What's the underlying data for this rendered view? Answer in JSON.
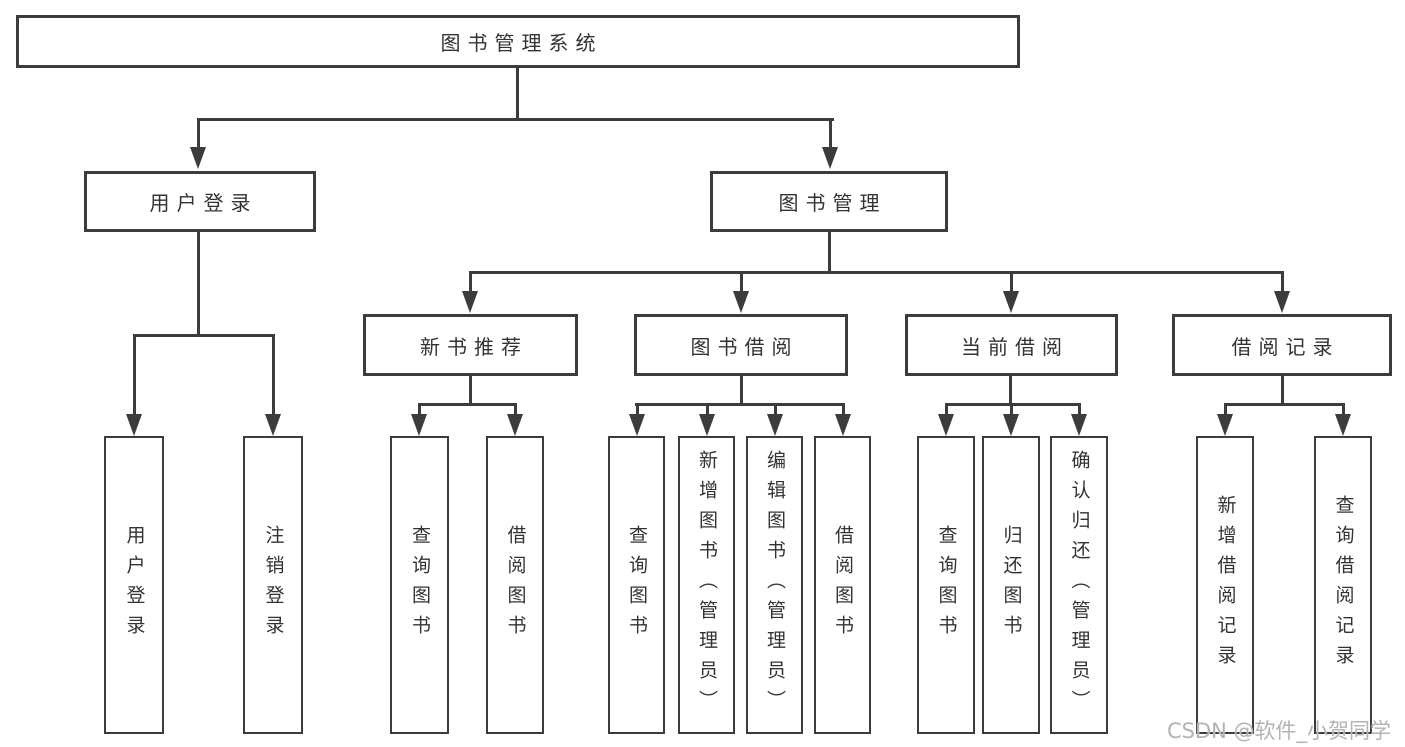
{
  "tree": {
    "label": "图书管理系统",
    "children": [
      {
        "label": "用户登录",
        "children": [
          {
            "label": "用户登录"
          },
          {
            "label": "注销登录"
          }
        ]
      },
      {
        "label": "图书管理",
        "children": [
          {
            "label": "新书推荐",
            "children": [
              {
                "label": "查询图书"
              },
              {
                "label": "借阅图书"
              }
            ]
          },
          {
            "label": "图书借阅",
            "children": [
              {
                "label": "查询图书"
              },
              {
                "label": "新增图书（管理员）"
              },
              {
                "label": "编辑图书（管理员）"
              },
              {
                "label": "借阅图书"
              }
            ]
          },
          {
            "label": "当前借阅",
            "children": [
              {
                "label": "查询图书"
              },
              {
                "label": "归还图书"
              },
              {
                "label": "确认归还（管理员）"
              }
            ]
          },
          {
            "label": "借阅记录",
            "children": [
              {
                "label": "新增借阅记录"
              },
              {
                "label": "查询借阅记录"
              }
            ]
          }
        ]
      }
    ]
  },
  "watermark": "CSDN @软件_小贺同学",
  "colors": {
    "line": "#3c3c3c",
    "text": "#333333",
    "watermark": "#b3b3b3",
    "background": "#ffffff"
  }
}
